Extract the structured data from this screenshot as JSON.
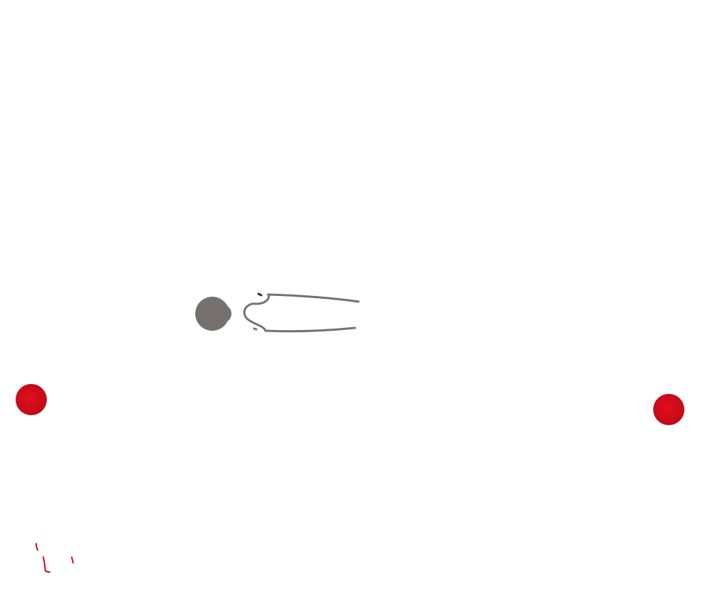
{
  "colors": {
    "background": "#ffffff",
    "gray_shape": "#767070",
    "red_dot": "#d10a1c",
    "red_stroke": "#d0081c"
  },
  "shapes": {
    "left_dot": "red-dot",
    "right_dot": "red-dot",
    "gray_ball": "gray-circle",
    "gray_outline": "gray-open-loop"
  }
}
